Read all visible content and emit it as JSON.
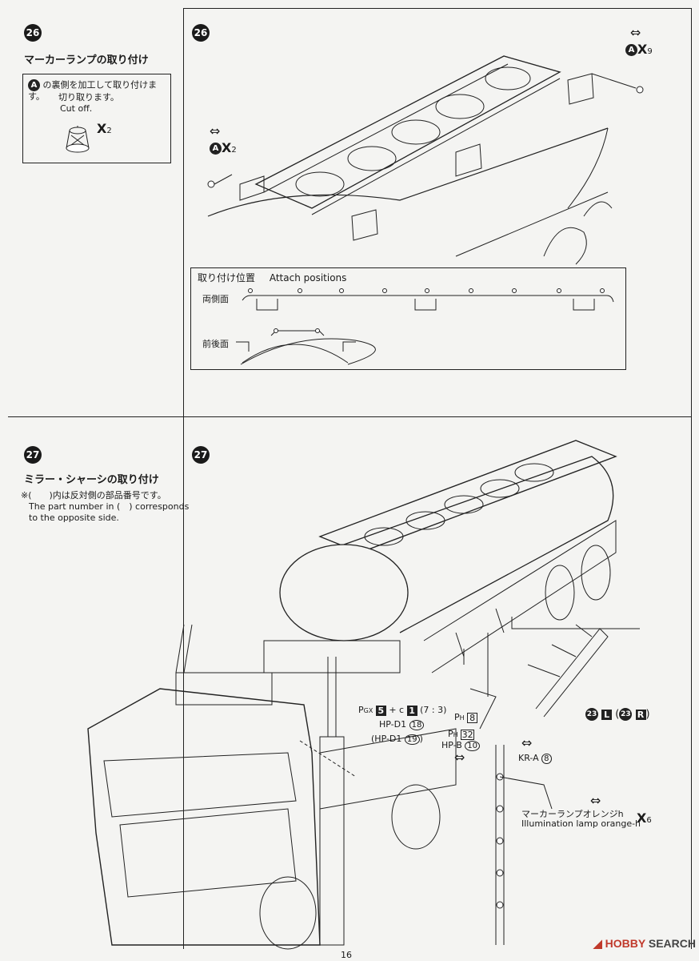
{
  "step26": {
    "number": "26",
    "title": "マーカーランプの取り付け",
    "note_jp_line1": "の裏側を加工して取り付けます。",
    "note_jp_line2": "切り取ります。",
    "note_en": "Cut off.",
    "part_letter": "A",
    "part_qty": "2",
    "part_qty_right": "9",
    "attach_title": "取り付け位置",
    "attach_title_en": "Attach positions",
    "label_sides": "両側面",
    "label_front_back": "前後面"
  },
  "step27": {
    "number": "27",
    "title": "ミラー・シャーシの取り付け",
    "note_jp": "※(　　)内は反対側の部品番号です。",
    "note_en_line1": "The part number in (　) corresponds",
    "note_en_line2": "to the opposite side.",
    "labels": {
      "pgx": "P",
      "pgx_sub": "GX",
      "pgx_num": "5",
      "plus": "+",
      "c_label": "c",
      "c_num": "1",
      "ratio": "(7 : 3)",
      "hp_d1": "HP-D1",
      "hp_d1_num": "18",
      "hp_d1_alt": "(HP-D1",
      "hp_d1_alt_num": "19",
      "ph8": "P",
      "ph8_sub": "H",
      "ph8_num": "8",
      "ph32": "P",
      "ph32_sub": "H",
      "ph32_num": "32",
      "hp_b": "HP-B",
      "hp_b_num": "10",
      "kr_a": "KR-A",
      "kr_a_num": "8",
      "lamp_jp": "マーカーランプオレンジh",
      "lamp_en": "Illumination lamp orange-h",
      "lamp_qty": "6",
      "part23": "23",
      "left_mark": "L",
      "right_mark": "R"
    }
  },
  "page_number": "16",
  "watermark": {
    "brand": "HOBBY",
    "suffix": "SEARCH"
  }
}
